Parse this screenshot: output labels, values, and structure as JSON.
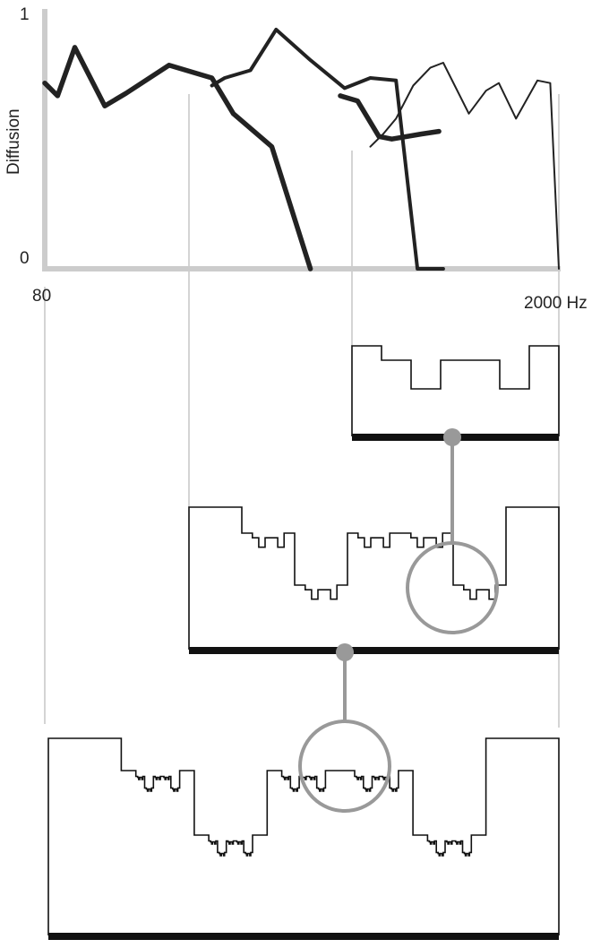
{
  "chart_data": {
    "type": "line",
    "ylabel": "Diffusion",
    "y_tick_labels": [
      "1",
      "0"
    ],
    "x_tick_labels": [
      "80",
      "2000 Hz"
    ],
    "ylim": [
      0,
      1
    ],
    "grid": false,
    "series": [
      {
        "stroke": "#222222",
        "weight": "heavy",
        "x": [
          80,
          128,
          192,
          304,
          384,
          544,
          704,
          784,
          928,
          1072
        ],
        "y": [
          0.73,
          0.68,
          0.87,
          0.64,
          0.69,
          0.8,
          0.75,
          0.61,
          0.48,
          0.0
        ]
      },
      {
        "stroke": "#222222",
        "weight": "heavy",
        "x": [
          1184,
          1248,
          1328,
          1376,
          1488,
          1552
        ],
        "y": [
          0.68,
          0.66,
          0.52,
          0.51,
          0.53,
          0.54
        ]
      },
      {
        "stroke": "#222222",
        "weight": "medium",
        "x": [
          704,
          752,
          848,
          944,
          1072,
          1200,
          1296,
          1392,
          1472,
          1568
        ],
        "y": [
          0.72,
          0.75,
          0.78,
          0.94,
          0.82,
          0.71,
          0.75,
          0.74,
          0.0,
          0.0
        ]
      },
      {
        "stroke": "#222222",
        "weight": "light",
        "x": [
          1296,
          1344,
          1392,
          1456,
          1520,
          1568,
          1664,
          1728,
          1776,
          1840,
          1920,
          1968,
          2000
        ],
        "y": [
          0.48,
          0.53,
          0.59,
          0.72,
          0.79,
          0.81,
          0.61,
          0.7,
          0.73,
          0.59,
          0.74,
          0.73,
          0.0
        ]
      }
    ]
  },
  "colors": {
    "ink": "#111111",
    "guide": "#cccccc",
    "connector": "#999999"
  },
  "diffusers": [
    {
      "name": "diffuser-stage-1",
      "depth": 1
    },
    {
      "name": "diffuser-stage-2",
      "depth": 2
    },
    {
      "name": "diffuser-stage-3",
      "depth": 3
    }
  ]
}
